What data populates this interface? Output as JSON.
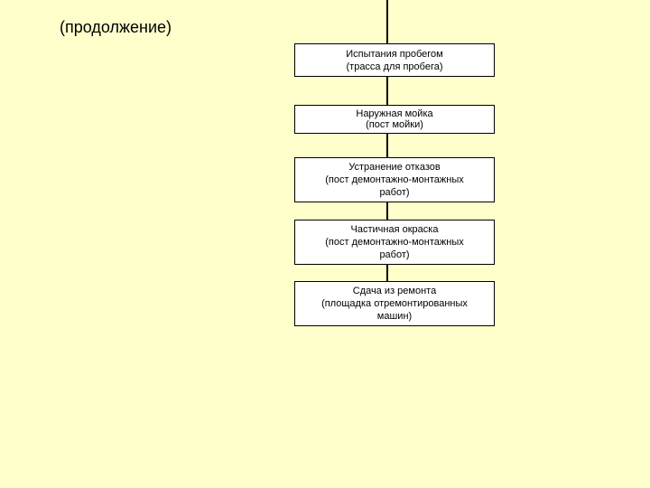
{
  "page": {
    "title": "(продолжение)",
    "background_color": "#FFFFCC"
  },
  "flowchart": {
    "connector_color": "#000000",
    "box_fill_color": "#FFFFFF",
    "box_border_color": "#000000",
    "text_color": "#000000",
    "boxes": [
      {
        "lines": [
          "Испытания пробегом",
          "(трасса для пробега)"
        ]
      },
      {
        "lines": [
          "Наружная мойка",
          "(пост мойки)"
        ]
      },
      {
        "lines": [
          "Устранение отказов",
          "(пост демонтажно-монтажных",
          "работ)"
        ]
      },
      {
        "lines": [
          "Частичная окраска",
          "(пост демонтажно-монтажных",
          "работ)"
        ]
      },
      {
        "lines": [
          "Сдача из ремонта",
          "(площадка отремонтированных",
          "машин)"
        ]
      }
    ]
  }
}
